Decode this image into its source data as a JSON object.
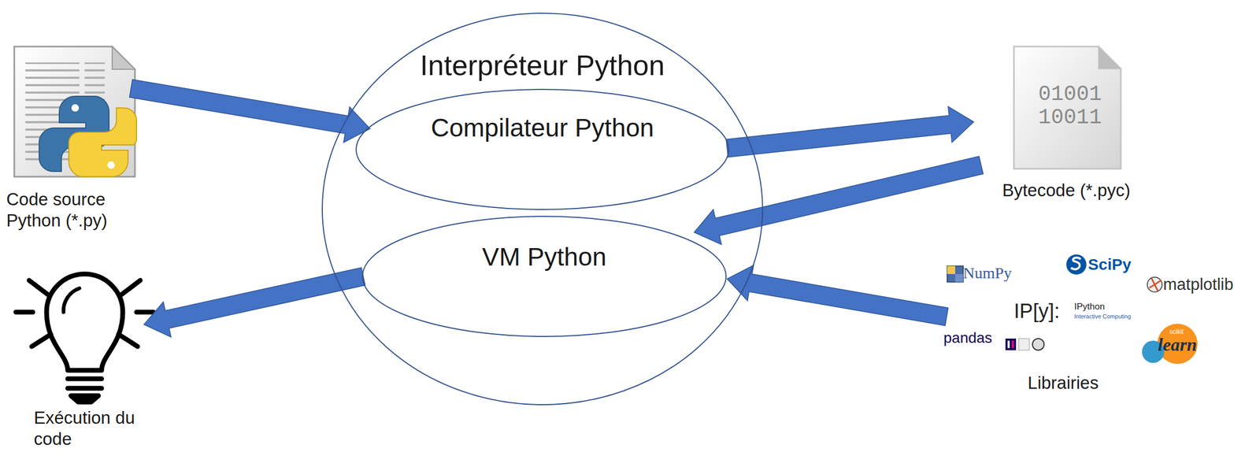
{
  "diagram": {
    "nodes": [
      {
        "text": [
          "Code source Python (*.py)"
        ]
      },
      {
        "text": [
          "Interpréteur Python"
        ]
      },
      {
        "text": [
          "Compilateur Python"
        ],
        "in": 1
      },
      {
        "text": [
          "VM Python"
        ],
        "in": 1
      },
      {
        "text": [
          "01001 10011",
          "Bytecode (*.pyc)"
        ]
      },
      {
        "text": [
          "NumPy",
          "SciPy",
          "matplotlib",
          "IP[y]:",
          "IPython",
          "Interactive Computing",
          "pandas",
          "scikit",
          "learn",
          "Librairies"
        ]
      },
      {
        "text": [
          "Exécution du code"
        ]
      }
    ],
    "edges": [
      {
        "from": 0,
        "to": 2,
        "arrow": "to"
      },
      {
        "from": 2,
        "to": 4,
        "arrow": "to"
      },
      {
        "from": 4,
        "to": 3,
        "arrow": "to"
      },
      {
        "from": 5,
        "to": 3,
        "arrow": "to"
      },
      {
        "from": 3,
        "to": 6,
        "arrow": "to"
      }
    ]
  }
}
